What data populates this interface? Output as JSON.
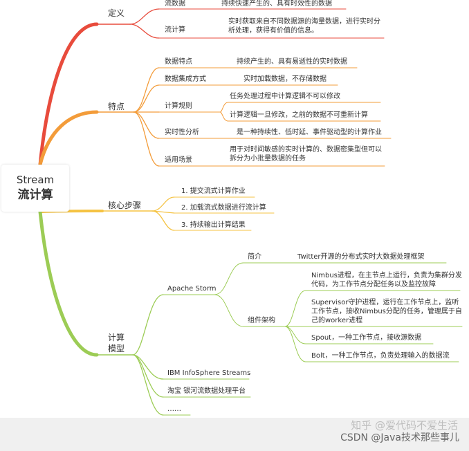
{
  "root": {
    "title_en": "Stream",
    "title_zh": "流计算"
  },
  "branches": {
    "definition": {
      "label": "定义",
      "items": [
        {
          "label": "流数据",
          "desc": "持续快速产生的、具有时效性的数据"
        },
        {
          "label": "流计算",
          "desc": "实时获取来自不同数据源的海量数据，进行实时分析处理，获得有价值的信息。"
        }
      ]
    },
    "features": {
      "label": "特点",
      "items": [
        {
          "label": "数据特点",
          "desc": "持续产生的、具有易逝性的实时数据"
        },
        {
          "label": "数据集成方式",
          "desc": "实时加载数据，不存储数据"
        },
        {
          "label": "计算规则",
          "descs": [
            "任务处理过程中计算逻辑不可以修改",
            "计算逻辑一旦修改，之前的数据不可重新计算"
          ]
        },
        {
          "label": "实时性分析",
          "desc": "是一种持续性、低时延、事件驱动型的计算作业"
        },
        {
          "label": "适用场景",
          "desc": "用于对时间敏感的实时计算的、数据密集型但可以拆分为小批量数据的任务"
        }
      ]
    },
    "steps": {
      "label": "核心步骤",
      "items": [
        "1. 提交流式计算作业",
        "2. 加载流式数据进行流计算",
        "3. 持续输出计算结果"
      ]
    },
    "models": {
      "label": "计算模型",
      "storm": {
        "label": "Apache Storm",
        "intro_label": "简介",
        "intro": "Twitter开源的分布式实时大数据处理框架",
        "arch_label": "组件架构",
        "arch": [
          "Nimbus进程，在主节点上运行，负责为集群分发代码，为工作节点分配任务以及监控故障",
          "Supervisor守护进程，运行在工作节点上，监听工作节点，接收Nimbus分配的任务，管理属于自己的worker进程",
          "Spout，一种工作节点，接收源数据",
          "Bolt，一种工作节点，负责处理输入的数据流"
        ]
      },
      "others": [
        "IBM InfoSphere Streams",
        "淘宝 银河流数据处理平台",
        "……"
      ]
    }
  },
  "watermark": {
    "line1": "知乎 @爱代码不爱生活",
    "line2": "CSDN @Java技术那些事儿"
  },
  "colors": {
    "red": "#e84b3c",
    "orange": "#f39c3a",
    "yellow": "#f5c343",
    "green": "#9ccc55"
  }
}
